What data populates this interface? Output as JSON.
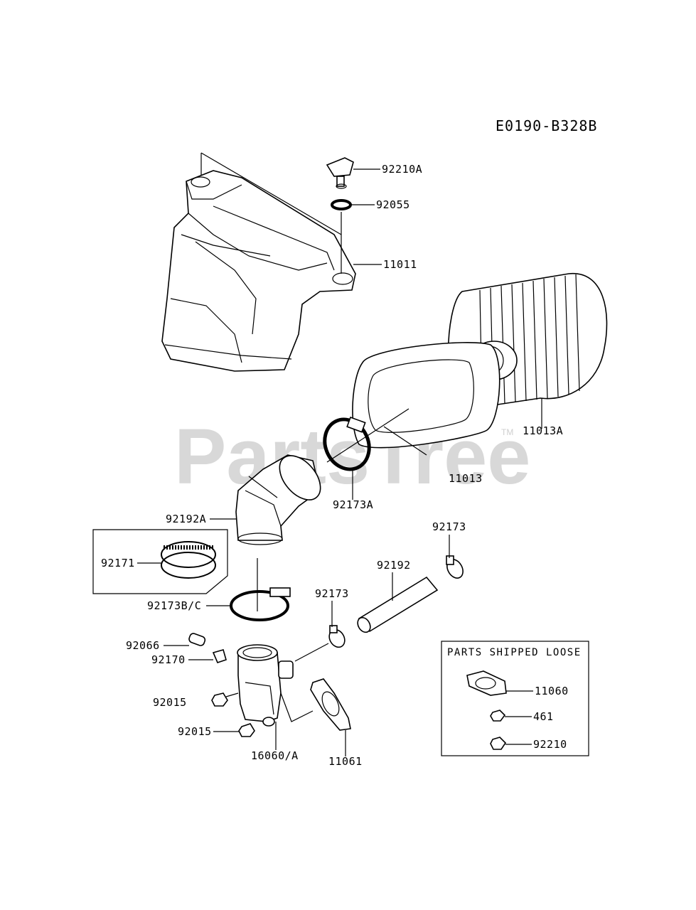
{
  "diagram": {
    "code": "E0190-B328B",
    "watermark": "PartsTree",
    "watermark_tm": "TM",
    "box_title": "PARTS SHIPPED LOOSE",
    "labels": {
      "p92210A": "92210A",
      "p92055": "92055",
      "p11011": "11011",
      "p11013A": "11013A",
      "p11013": "11013",
      "p92173A": "92173A",
      "p92192A": "92192A",
      "p92171": "92171",
      "p92173BC": "92173B/C",
      "p92173_top": "92173",
      "p92192": "92192",
      "p92173_mid": "92173",
      "p92066": "92066",
      "p92170": "92170",
      "p92015_a": "92015",
      "p92015_b": "92015",
      "p16060A": "16060/A",
      "p11061": "11061",
      "p11060": "11060",
      "p461": "461",
      "p92210": "92210"
    }
  }
}
